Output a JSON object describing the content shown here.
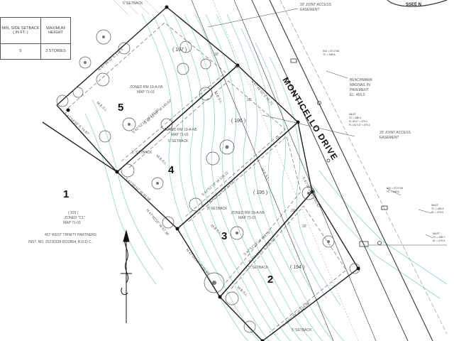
{
  "setback_table": {
    "headers": [
      "MIN. SIDE SETBACK ( IN FT. )",
      "MAXIMUM HEIGHT"
    ],
    "row": [
      "5",
      "3 STORIES"
    ]
  },
  "seal_text": "SSEE N",
  "road_name": "MONTICELLO DRIVE",
  "lots": [
    "1",
    "2",
    "3",
    "4",
    "5"
  ],
  "parcel_numbers": [
    "( 197 )",
    "( 196 )",
    "( 195 )",
    "( 194 )",
    "( 193 )"
  ],
  "zoning": {
    "zone_rm": "ZONED RM 19-A-N5",
    "map": "MAP 71-01",
    "zone_rm_2": "ZONED RM 19-A-N5",
    "map_2": "MAP 71-01",
    "zone_rm_3": "ZONED RM 19-A-N5",
    "map_3": "MAP 71-01"
  },
  "lot1_info": {
    "parcel": "( 193 )",
    "zoned": "ZONED \"C1\"",
    "map": "MAP 71-01",
    "owner": "407 WEST TRINITY PARTNERS",
    "instrument": "INST. NO. 20230328 0022854, R.O.D.C."
  },
  "easement_top": [
    "20' JOINT ACCESS",
    "EASEMENT"
  ],
  "easement_mid": [
    "20' JOINT ACCESS",
    "EASEMENT"
  ],
  "benchmark": [
    "BENCHMARK",
    "MAGNAIL IN",
    "PAVEMENT",
    "EL: 455.0"
  ],
  "setbacks": {
    "s1": "5' SETBACK",
    "s2": "5' SETBACK",
    "s3": "5' SETBACK",
    "s4": "5' SETBACK",
    "s5": "5' SETBACK",
    "s6": "5' SETBACK"
  },
  "mbsl": [
    "M.B.S.L.",
    "M.B.S.L.",
    "M.B.S.L.",
    "M.B.S.L.",
    "M.B.S.L.",
    "M.B.S.L."
  ],
  "bearings": {
    "b1": "S 42°52'19\" W 140.92'",
    "b2": "S 42°51'19\" W 140.62'",
    "b3": "S 42°51'19\" W 126.11'",
    "b4": "N 42°51'19\" E 129.6'",
    "b5": "S 42°51'19\" W 118.78'",
    "b6": "N 42°51'19\" E 118.78'",
    "b7": "S 42°51'19\" W 124.88'",
    "b8": "S 47°00'10\" W 49.58'",
    "b9": "N 47°00'10\" W 67.36'",
    "b10": "N 47°00'10\" W 82.84'",
    "b11": "N 47°46'32\" E 132.9'",
    "b12": "S 47°46'10\" E 95.71'",
    "b13": "S 47°00'10\" E 150.42'",
    "b14": "S 47°04'10\" E 74.87'"
  },
  "dims": {
    "d20a": "20'",
    "d20b": "20'",
    "d20c": "20'",
    "d20d": "20'",
    "d30a": "30'",
    "d30b": "30'"
  },
  "inlets": [
    [
      "INV. = 57.0745",
      "TC = 455.8"
    ],
    [
      "INLET",
      "TC = 480.1",
      "FL W.47 = 479.2",
      "FL OUT.47 = 479.2"
    ],
    [
      "INV. = 57.0745",
      "TC = 465.8"
    ],
    [
      "INLET",
      "TC = 483.5",
      "EL = 479.5"
    ],
    [
      "INLET",
      "TC = 485.7",
      "EL = 479.5"
    ]
  ],
  "colors": {
    "line": "#222222",
    "contour": "#8fd0d6",
    "hatch": "#aaaaaa"
  }
}
